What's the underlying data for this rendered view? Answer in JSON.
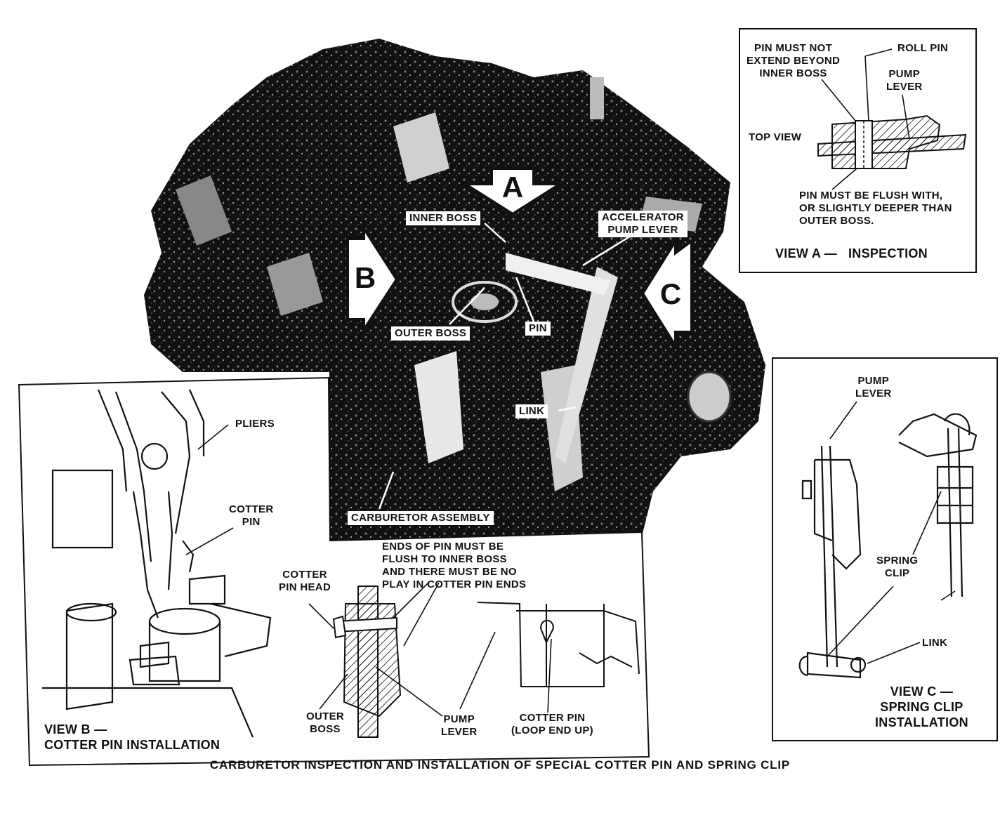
{
  "caption": "CARBURETOR INSPECTION AND INSTALLATION OF SPECIAL COTTER PIN AND SPRING CLIP",
  "main_photo": {
    "markers": [
      "A",
      "B",
      "C"
    ],
    "labels": {
      "inner_boss": "INNER BOSS",
      "accelerator_pump_lever": [
        "ACCELERATOR",
        "PUMP LEVER"
      ],
      "outer_boss": "OUTER BOSS",
      "pin": "PIN",
      "link": "LINK",
      "carburetor_assembly": "CARBURETOR ASSEMBLY"
    }
  },
  "view_a": {
    "title": "VIEW A —   INSPECTION",
    "labels": {
      "pin_not_extend": [
        "PIN MUST NOT",
        "EXTEND BEYOND",
        "INNER BOSS"
      ],
      "roll_pin": "ROLL PIN",
      "pump_lever": [
        "PUMP",
        "LEVER"
      ],
      "top_view": "TOP VIEW",
      "pin_flush": [
        "PIN MUST BE FLUSH WITH,",
        "OR SLIGHTLY DEEPER THAN",
        "OUTER BOSS."
      ]
    }
  },
  "view_b": {
    "title": [
      "VIEW B —",
      "COTTER PIN INSTALLATION"
    ],
    "labels": {
      "pliers": "PLIERS",
      "cotter_pin": [
        "COTTER",
        "PIN"
      ],
      "ends_of_pin": [
        "ENDS OF PIN MUST BE",
        "FLUSH TO INNER BOSS",
        "AND THERE MUST BE NO",
        "PLAY IN COTTER PIN ENDS"
      ],
      "cotter_pin_head": [
        "COTTER",
        "PIN HEAD"
      ],
      "outer_boss": [
        "OUTER",
        "BOSS"
      ],
      "pump_lever": [
        "PUMP",
        "LEVER"
      ],
      "cotter_pin_loop": [
        "COTTER PIN",
        "(LOOP END UP)"
      ]
    }
  },
  "view_c": {
    "title": [
      "VIEW C —",
      "SPRING CLIP",
      "INSTALLATION"
    ],
    "labels": {
      "pump_lever": [
        "PUMP",
        "LEVER"
      ],
      "spring_clip": [
        "SPRING",
        "CLIP"
      ],
      "link": "LINK"
    }
  }
}
